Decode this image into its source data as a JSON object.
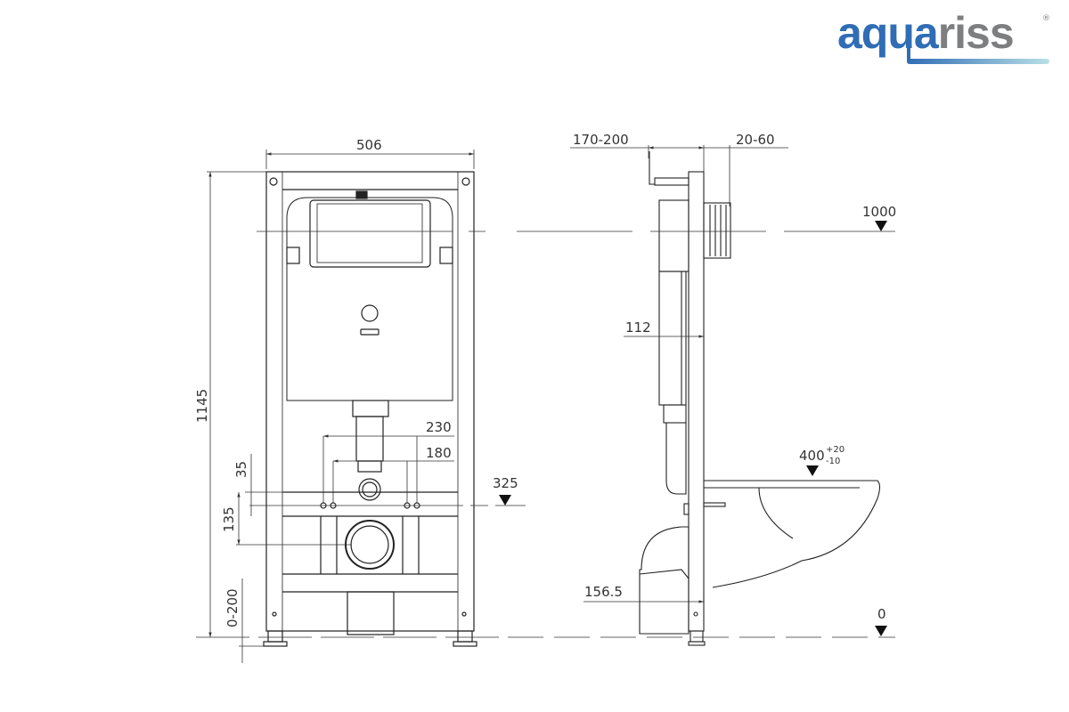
{
  "brand": {
    "logo_part1": "aqua",
    "logo_part2": "riss",
    "registered_mark": "®",
    "primary_color": "#2f6db5",
    "secondary_color": "#7d7e80"
  },
  "front_view": {
    "width_label": "506",
    "height_label": "1145",
    "outlet_spacing_outer": "230",
    "outlet_spacing_inner": "180",
    "offset_35": "35",
    "offset_135": "135",
    "foot_adjust": "0-200",
    "level_325": "325"
  },
  "side_view": {
    "depth_range": "170-200",
    "panel_range": "20-60",
    "level_1000": "1000",
    "tank_depth": "112",
    "level_400": "400",
    "tolerance_plus": "+20",
    "tolerance_minus": "-10",
    "drain_offset": "156.5",
    "level_0": "0"
  }
}
